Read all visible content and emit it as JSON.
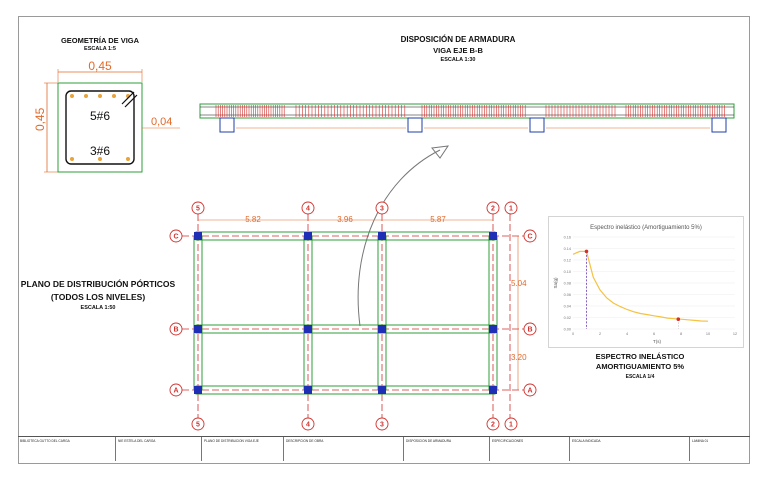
{
  "beam_section": {
    "title": "GEOMETRÍA DE VIGA",
    "scale": "ESCALA 1:5",
    "width_dim": "0,45",
    "height_dim": "0,45",
    "cover_dim": "0,04",
    "top_bars": "5#6",
    "bottom_bars": "3#6"
  },
  "reinforcement": {
    "title": "DISPOSICIÓN DE ARMADURA",
    "subtitle": "VIGA EJE B-B",
    "scale": "ESCALA 1:30"
  },
  "plan": {
    "title_line1": "PLANO DE DISTRIBUCIÓN PÓRTICOS",
    "title_line2": "(TODOS LOS NIVELES)",
    "scale": "ESCALA 1:50",
    "spans": [
      "5.82",
      "3.96",
      "5.87"
    ],
    "vertical_spans": [
      "5.04",
      "3.20"
    ],
    "axis_numbers": [
      "5",
      "4",
      "3",
      "2",
      "1"
    ],
    "axis_letters": [
      "C",
      "B",
      "A"
    ]
  },
  "spectrum": {
    "caption_line1": "ESPECTRO INELÁSTICO",
    "caption_line2": "AMORTIGUAMIENTO 5%",
    "scale": "ESCALA 1/4"
  },
  "chart_data": {
    "type": "line",
    "title": "Espectro inelástico (Amortiguamiento 5%)",
    "xlabel": "T(s)",
    "ylabel": "Sa(g)",
    "xlim": [
      0,
      12
    ],
    "ylim": [
      0,
      0.16
    ],
    "xticks": [
      "0",
      "2",
      "4",
      "6",
      "8",
      "10",
      "12"
    ],
    "yticks": [
      "0.00",
      "0.02",
      "0.04",
      "0.06",
      "0.08",
      "0.10",
      "0.12",
      "0.14",
      "0.16"
    ],
    "series": [
      {
        "color": "#f5c242",
        "x": [
          0,
          0.5,
          1.0,
          1.5,
          2.0,
          2.5,
          3.0,
          3.5,
          4.0,
          4.5,
          5.0,
          5.5,
          6.0,
          6.5,
          7.0,
          7.5,
          8.0,
          8.5,
          9.0,
          9.5,
          10.0
        ],
        "y": [
          0.13,
          0.135,
          0.135,
          0.09,
          0.068,
          0.054,
          0.045,
          0.039,
          0.034,
          0.03,
          0.027,
          0.025,
          0.023,
          0.021,
          0.019,
          0.018,
          0.017,
          0.016,
          0.015,
          0.014,
          0.0135
        ]
      }
    ],
    "markers": [
      {
        "x": 1.0,
        "y": 0.135,
        "color": "#d0312d"
      },
      {
        "x": 7.8,
        "y": 0.017,
        "color": "#d0312d"
      }
    ]
  },
  "title_block": {
    "cells": [
      "BIBLIOTECA GUTTO DEL CARGA",
      "NIE ESTELA DEL CARGA",
      "PLANO DE DISTRIBUCION VIGA EJE",
      "DESCRIPCION DE OBRA",
      "DISPOSICION DE ARMADURA",
      "ESPECIFICACIONES",
      "ESCALA INDICADA",
      "LAMINA 01"
    ]
  }
}
